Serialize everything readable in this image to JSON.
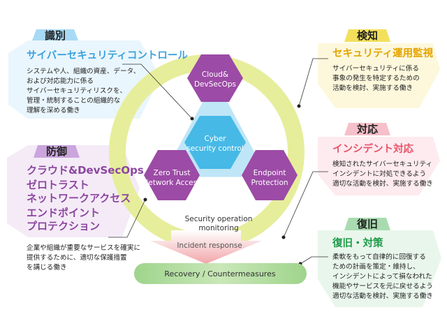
{
  "diagram": {
    "center": {
      "line1": "Cyber",
      "line2": "security control"
    },
    "nodes": {
      "cloud": {
        "line1": "Cloud&",
        "line2": "DevSecOps"
      },
      "zero_trust": {
        "line1": "Zero Trust",
        "line2": "Network Access"
      },
      "endpoint": {
        "line1": "Endpoint",
        "line2": "Protection"
      }
    },
    "ring_label": {
      "line1": "Security operation",
      "line2": "monitoring"
    },
    "arrow_label": "Incident response",
    "recovery_bar": "Recovery / Countermeasures"
  },
  "identify": {
    "tag": "識別",
    "heading": "サイバーセキュリティコントロール",
    "body": [
      "システムや人、組織の資産、データ、",
      "および対応能力に係る",
      "サイバーセキュリティリスクを、",
      "管理・統制することの組織的な",
      "理解を深める働き"
    ]
  },
  "protect": {
    "tag": "防御",
    "headings": [
      "クラウド&DevSecOps",
      "ゼロトラスト",
      "ネットワークアクセス",
      "エンドポイント",
      "プロテクション"
    ],
    "body": [
      "企業や組織が重要なサービスを確実に",
      "提供するために、適切な保護措置",
      "を講じる働き"
    ]
  },
  "detect": {
    "tag": "検知",
    "heading": "セキュリティ運用監視",
    "body": [
      "サイバーセキュリティに係る",
      "事象の発生を特定するための",
      "活動を検討、実施する働き"
    ]
  },
  "respond": {
    "tag": "対応",
    "heading": "インシデント対応",
    "body": [
      "検知されたサイバーセキュリティ",
      "インシデントに対処できるよう",
      "適切な活動を検討、実施する働き"
    ]
  },
  "recover": {
    "tag": "復旧",
    "heading": "復旧・対策",
    "body": [
      "柔軟をもって自律的に回復する",
      "ための計画を策定・維持し、",
      "インシデントによって損なわれた",
      "機能やサービスを元に戻せるよう",
      "適切な活動を検討、実施する働き"
    ]
  },
  "colors": {
    "identify": "#3aa2dc",
    "protect": "#8d46a0",
    "detect": "#e5a300",
    "respond": "#e8546a",
    "recover": "#1e9b48",
    "ring": "#e6ee9b",
    "hexagon": "#9c4ba6",
    "center": "#47b9e6"
  }
}
